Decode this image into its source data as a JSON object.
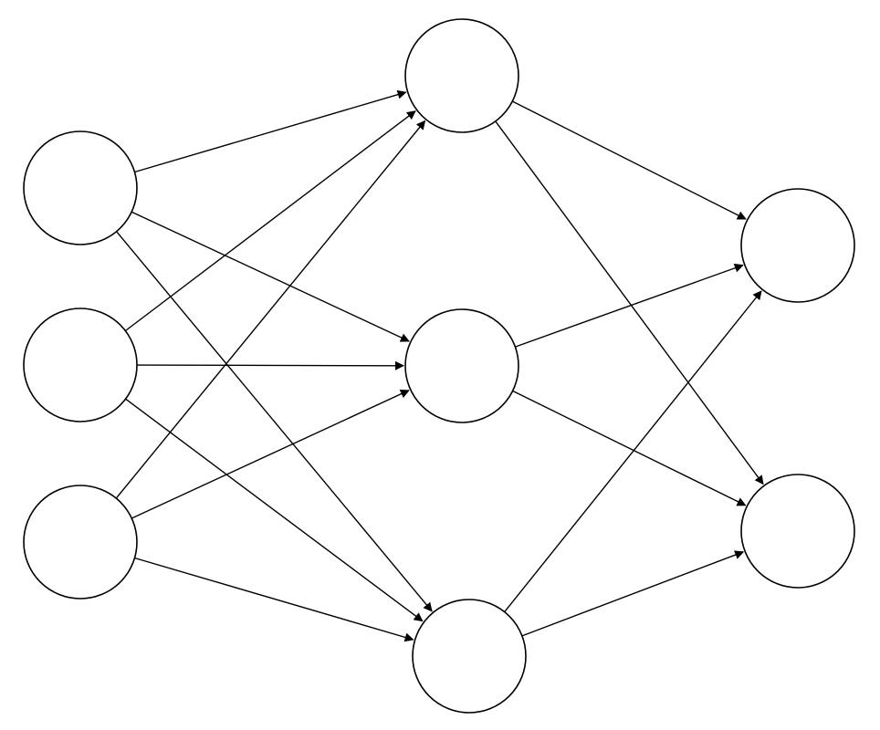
{
  "diagram": {
    "type": "neural-network",
    "colors": {
      "background": "#ffffff",
      "stroke": "#000000",
      "node_fill": "#ffffff"
    },
    "layers": [
      {
        "id": "input",
        "nodes": [
          "i1",
          "i2",
          "i3"
        ]
      },
      {
        "id": "hidden",
        "nodes": [
          "h1",
          "h2",
          "h3"
        ]
      },
      {
        "id": "output",
        "nodes": [
          "o1",
          "o2"
        ]
      }
    ],
    "edges": [
      {
        "from": "i1",
        "to": "h1"
      },
      {
        "from": "i1",
        "to": "h2"
      },
      {
        "from": "i1",
        "to": "h3"
      },
      {
        "from": "i2",
        "to": "h1"
      },
      {
        "from": "i2",
        "to": "h2"
      },
      {
        "from": "i2",
        "to": "h3"
      },
      {
        "from": "i3",
        "to": "h1"
      },
      {
        "from": "i3",
        "to": "h2"
      },
      {
        "from": "i3",
        "to": "h3"
      },
      {
        "from": "h1",
        "to": "o1"
      },
      {
        "from": "h1",
        "to": "o2"
      },
      {
        "from": "h2",
        "to": "o1"
      },
      {
        "from": "h2",
        "to": "o2"
      },
      {
        "from": "h3",
        "to": "o1"
      },
      {
        "from": "h3",
        "to": "o2"
      }
    ]
  }
}
